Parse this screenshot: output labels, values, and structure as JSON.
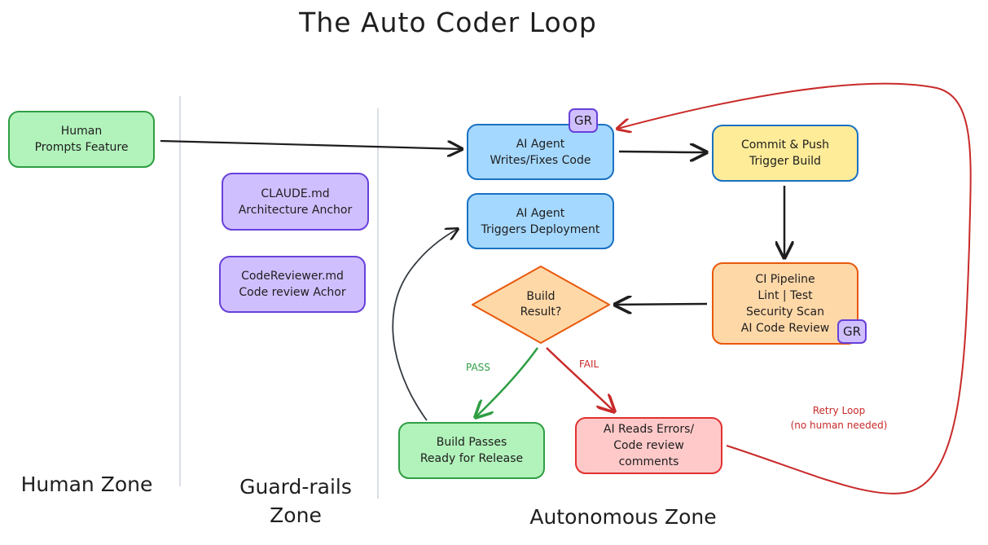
{
  "title": "The Auto Coder Loop",
  "zones": {
    "human": "Human Zone",
    "guardrails_1": "Guard-rails",
    "guardrails_2": "Zone",
    "autonomous": "Autonomous Zone"
  },
  "nodes": {
    "human_prompt": [
      "Human",
      "Prompts Feature"
    ],
    "claude_md": [
      "CLAUDE.md",
      "Architecture Anchor"
    ],
    "code_reviewer_md": [
      "CodeReviewer.md",
      "Code review Achor"
    ],
    "ai_writes": [
      "AI Agent",
      "Writes/Fixes Code"
    ],
    "ai_deploy": [
      "AI Agent",
      "Triggers Deployment"
    ],
    "commit_push": [
      "Commit & Push",
      "Trigger Build"
    ],
    "ci_pipeline": [
      "CI Pipeline",
      "Lint | Test",
      "Security Scan",
      "AI Code Review"
    ],
    "build_result": [
      "Build",
      "Result?"
    ],
    "build_passes": [
      "Build Passes",
      "Ready for Release"
    ],
    "ai_reads_errors": [
      "AI Reads Errors/",
      "Code review",
      "comments"
    ]
  },
  "badges": {
    "ai_writes": "GR",
    "ci_pipeline": "GR"
  },
  "edge_labels": {
    "pass": "PASS",
    "fail": "FAIL",
    "retry_1": "Retry Loop",
    "retry_2": "(no human needed)"
  },
  "colors": {
    "green_fill": "#b2f2bb",
    "purple_fill": "#d0bfff",
    "blue_fill": "#a5d8ff",
    "yellow_fill": "#ffec99",
    "orange_fill": "#ffd8a8",
    "red_fill": "#ffc9c9",
    "pass_color": "#2f9e44",
    "fail_color": "#c92a2a"
  }
}
